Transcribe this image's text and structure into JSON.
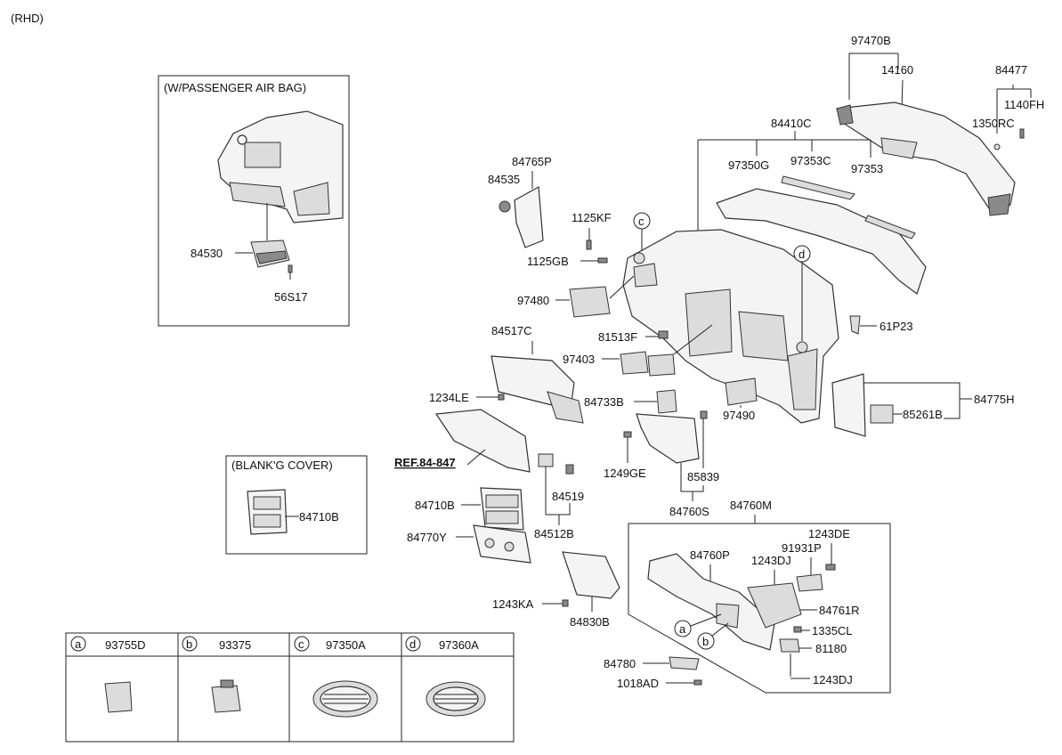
{
  "header": {
    "rhd": "(RHD)"
  },
  "insets": {
    "airbag_title": "(W/PASSENGER AIR BAG)",
    "blank_title": "(BLANK'G COVER)"
  },
  "labels": {
    "p97470B": "97470B",
    "p14160": "14160",
    "p84477": "84477",
    "p1140FH": "1140FH",
    "p1350RC": "1350RC",
    "p84410C": "84410C",
    "p97350G": "97350G",
    "p97353C": "97353C",
    "p97353": "97353",
    "p84765P": "84765P",
    "p84535": "84535",
    "p1125KF": "1125KF",
    "p1125GB": "1125GB",
    "p97480": "97480",
    "p61P23": "61P23",
    "p81513F": "81513F",
    "p84517C": "84517C",
    "p97403": "97403",
    "p1234LE": "1234LE",
    "p84733B": "84733B",
    "p97490": "97490",
    "p84775H": "84775H",
    "p85261B": "85261B",
    "p1249GE": "1249GE",
    "p85839": "85839",
    "pREF": "REF.84-847",
    "p84519": "84519",
    "p84760S": "84760S",
    "p84760M": "84760M",
    "p84710B_main": "84710B",
    "p84770Y": "84770Y",
    "p84512B": "84512B",
    "p1243DE": "1243DE",
    "p91931P": "91931P",
    "p84760P": "84760P",
    "p1243DJ_a": "1243DJ",
    "p84761R": "84761R",
    "p1243KA": "1243KA",
    "p84830B": "84830B",
    "p1335CL": "1335CL",
    "p81180": "81180",
    "p84780": "84780",
    "p1018AD": "1018AD",
    "p1243DJ_b": "1243DJ",
    "p84530": "84530",
    "p56S17": "56S17",
    "p84710B_blank": "84710B"
  },
  "markers": {
    "a": "a",
    "b": "b",
    "c": "c",
    "d": "d"
  },
  "legend": [
    {
      "letter": "a",
      "part": "93755D"
    },
    {
      "letter": "b",
      "part": "93375"
    },
    {
      "letter": "c",
      "part": "97350A"
    },
    {
      "letter": "d",
      "part": "97360A"
    }
  ]
}
